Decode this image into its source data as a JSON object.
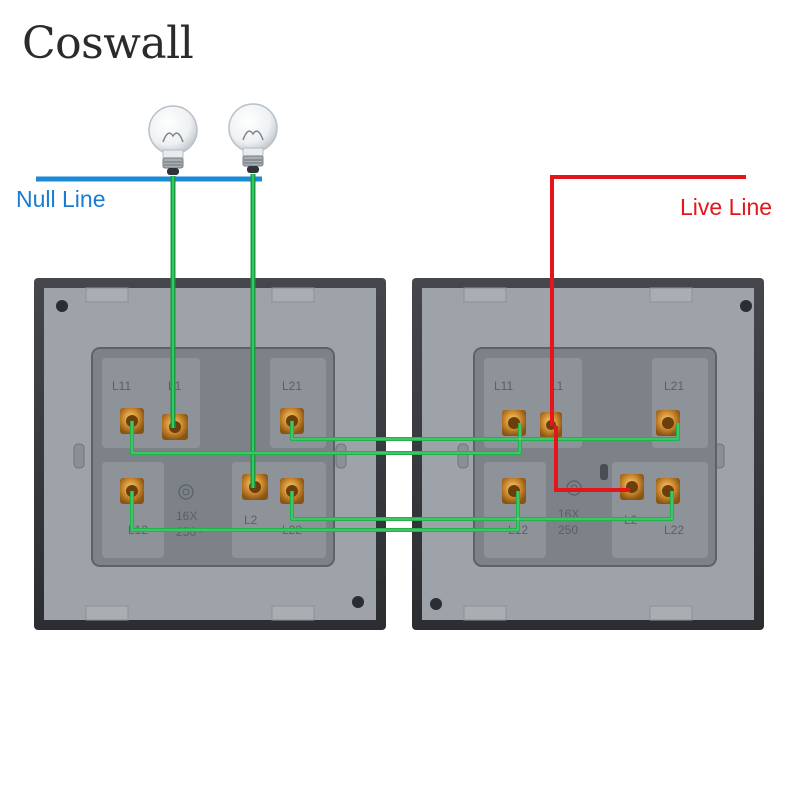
{
  "brand": {
    "logo_text": "Coswall"
  },
  "labels": {
    "null_line": "Null Line",
    "live_line": "Live Line"
  },
  "colors": {
    "null_wire": "#1d8ad6",
    "live_wire": "#e3161b",
    "switch_wire": "#19b84a",
    "panel": "#9ca1a7",
    "housing": "#7f848b"
  },
  "switches": [
    {
      "name": "left-switch",
      "terminals": [
        "L11",
        "L1",
        "L21",
        "L12",
        "L2",
        "L22"
      ],
      "rating": [
        "16X",
        "250~"
      ]
    },
    {
      "name": "right-switch",
      "terminals": [
        "L11",
        "L1",
        "L21",
        "L12",
        "L2",
        "L22"
      ],
      "rating": [
        "16X",
        "250"
      ]
    }
  ],
  "bulbs": [
    {
      "name": "bulb-1",
      "icon": "light-bulb-icon"
    },
    {
      "name": "bulb-2",
      "icon": "light-bulb-icon"
    }
  ]
}
